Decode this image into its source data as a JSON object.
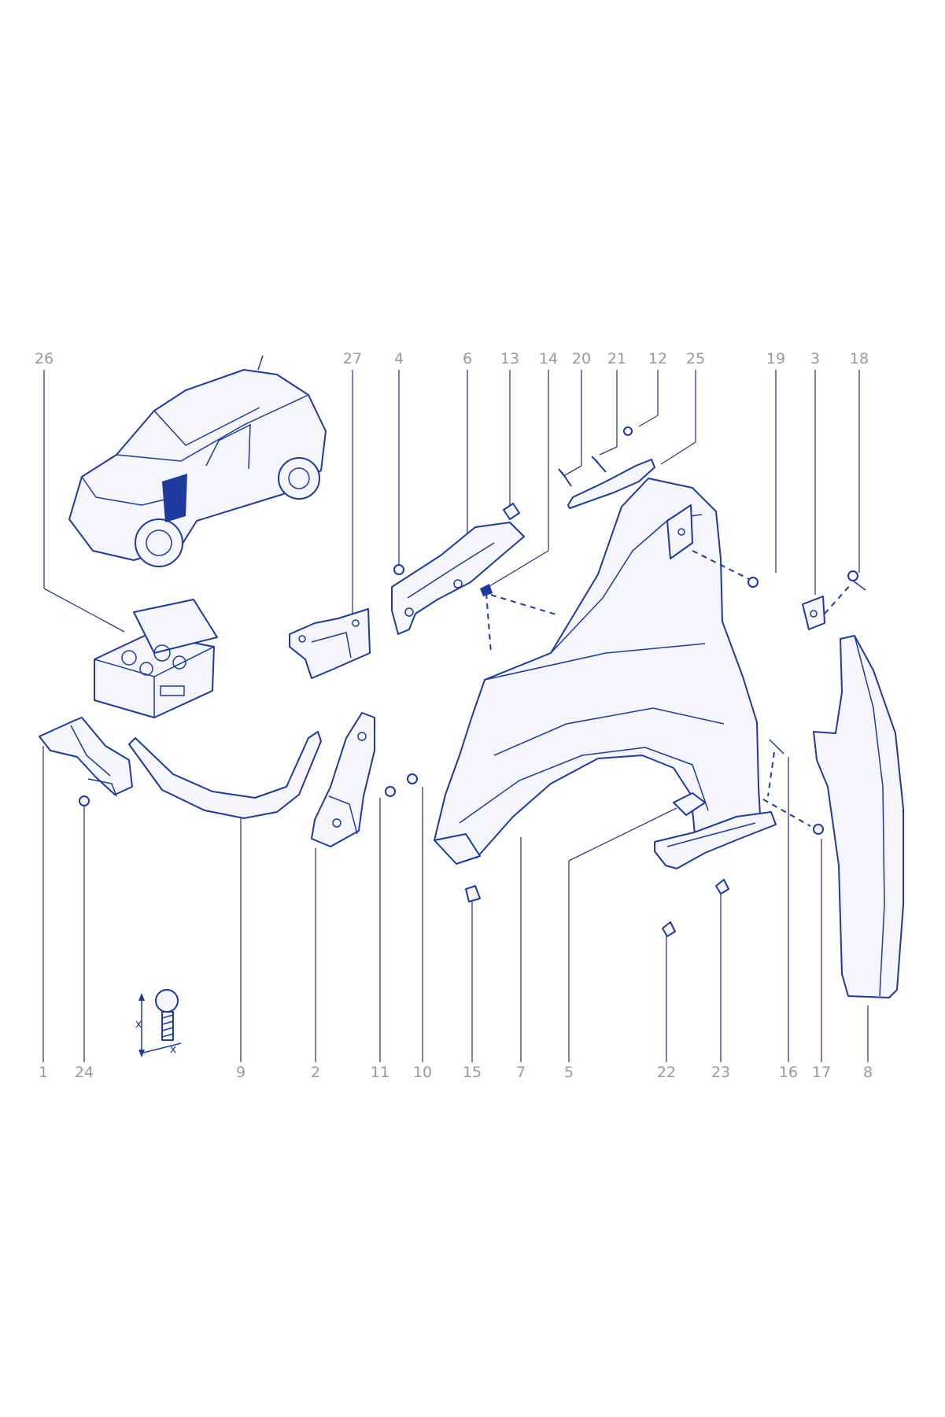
{
  "diagram": {
    "colors": {
      "part_stroke": "#1f3a9e",
      "callout_text": "#9a9a9a",
      "leader": "#333a8c"
    },
    "callouts_top": [
      "26",
      "27",
      "4",
      "6",
      "13",
      "14",
      "20",
      "21",
      "12",
      "25",
      "19",
      "3",
      "18"
    ],
    "callouts_bottom": [
      "1",
      "24",
      "9",
      "2",
      "11",
      "10",
      "15",
      "7",
      "5",
      "22",
      "23",
      "16",
      "17",
      "8"
    ],
    "inset_labels": [
      "x",
      "x"
    ]
  }
}
